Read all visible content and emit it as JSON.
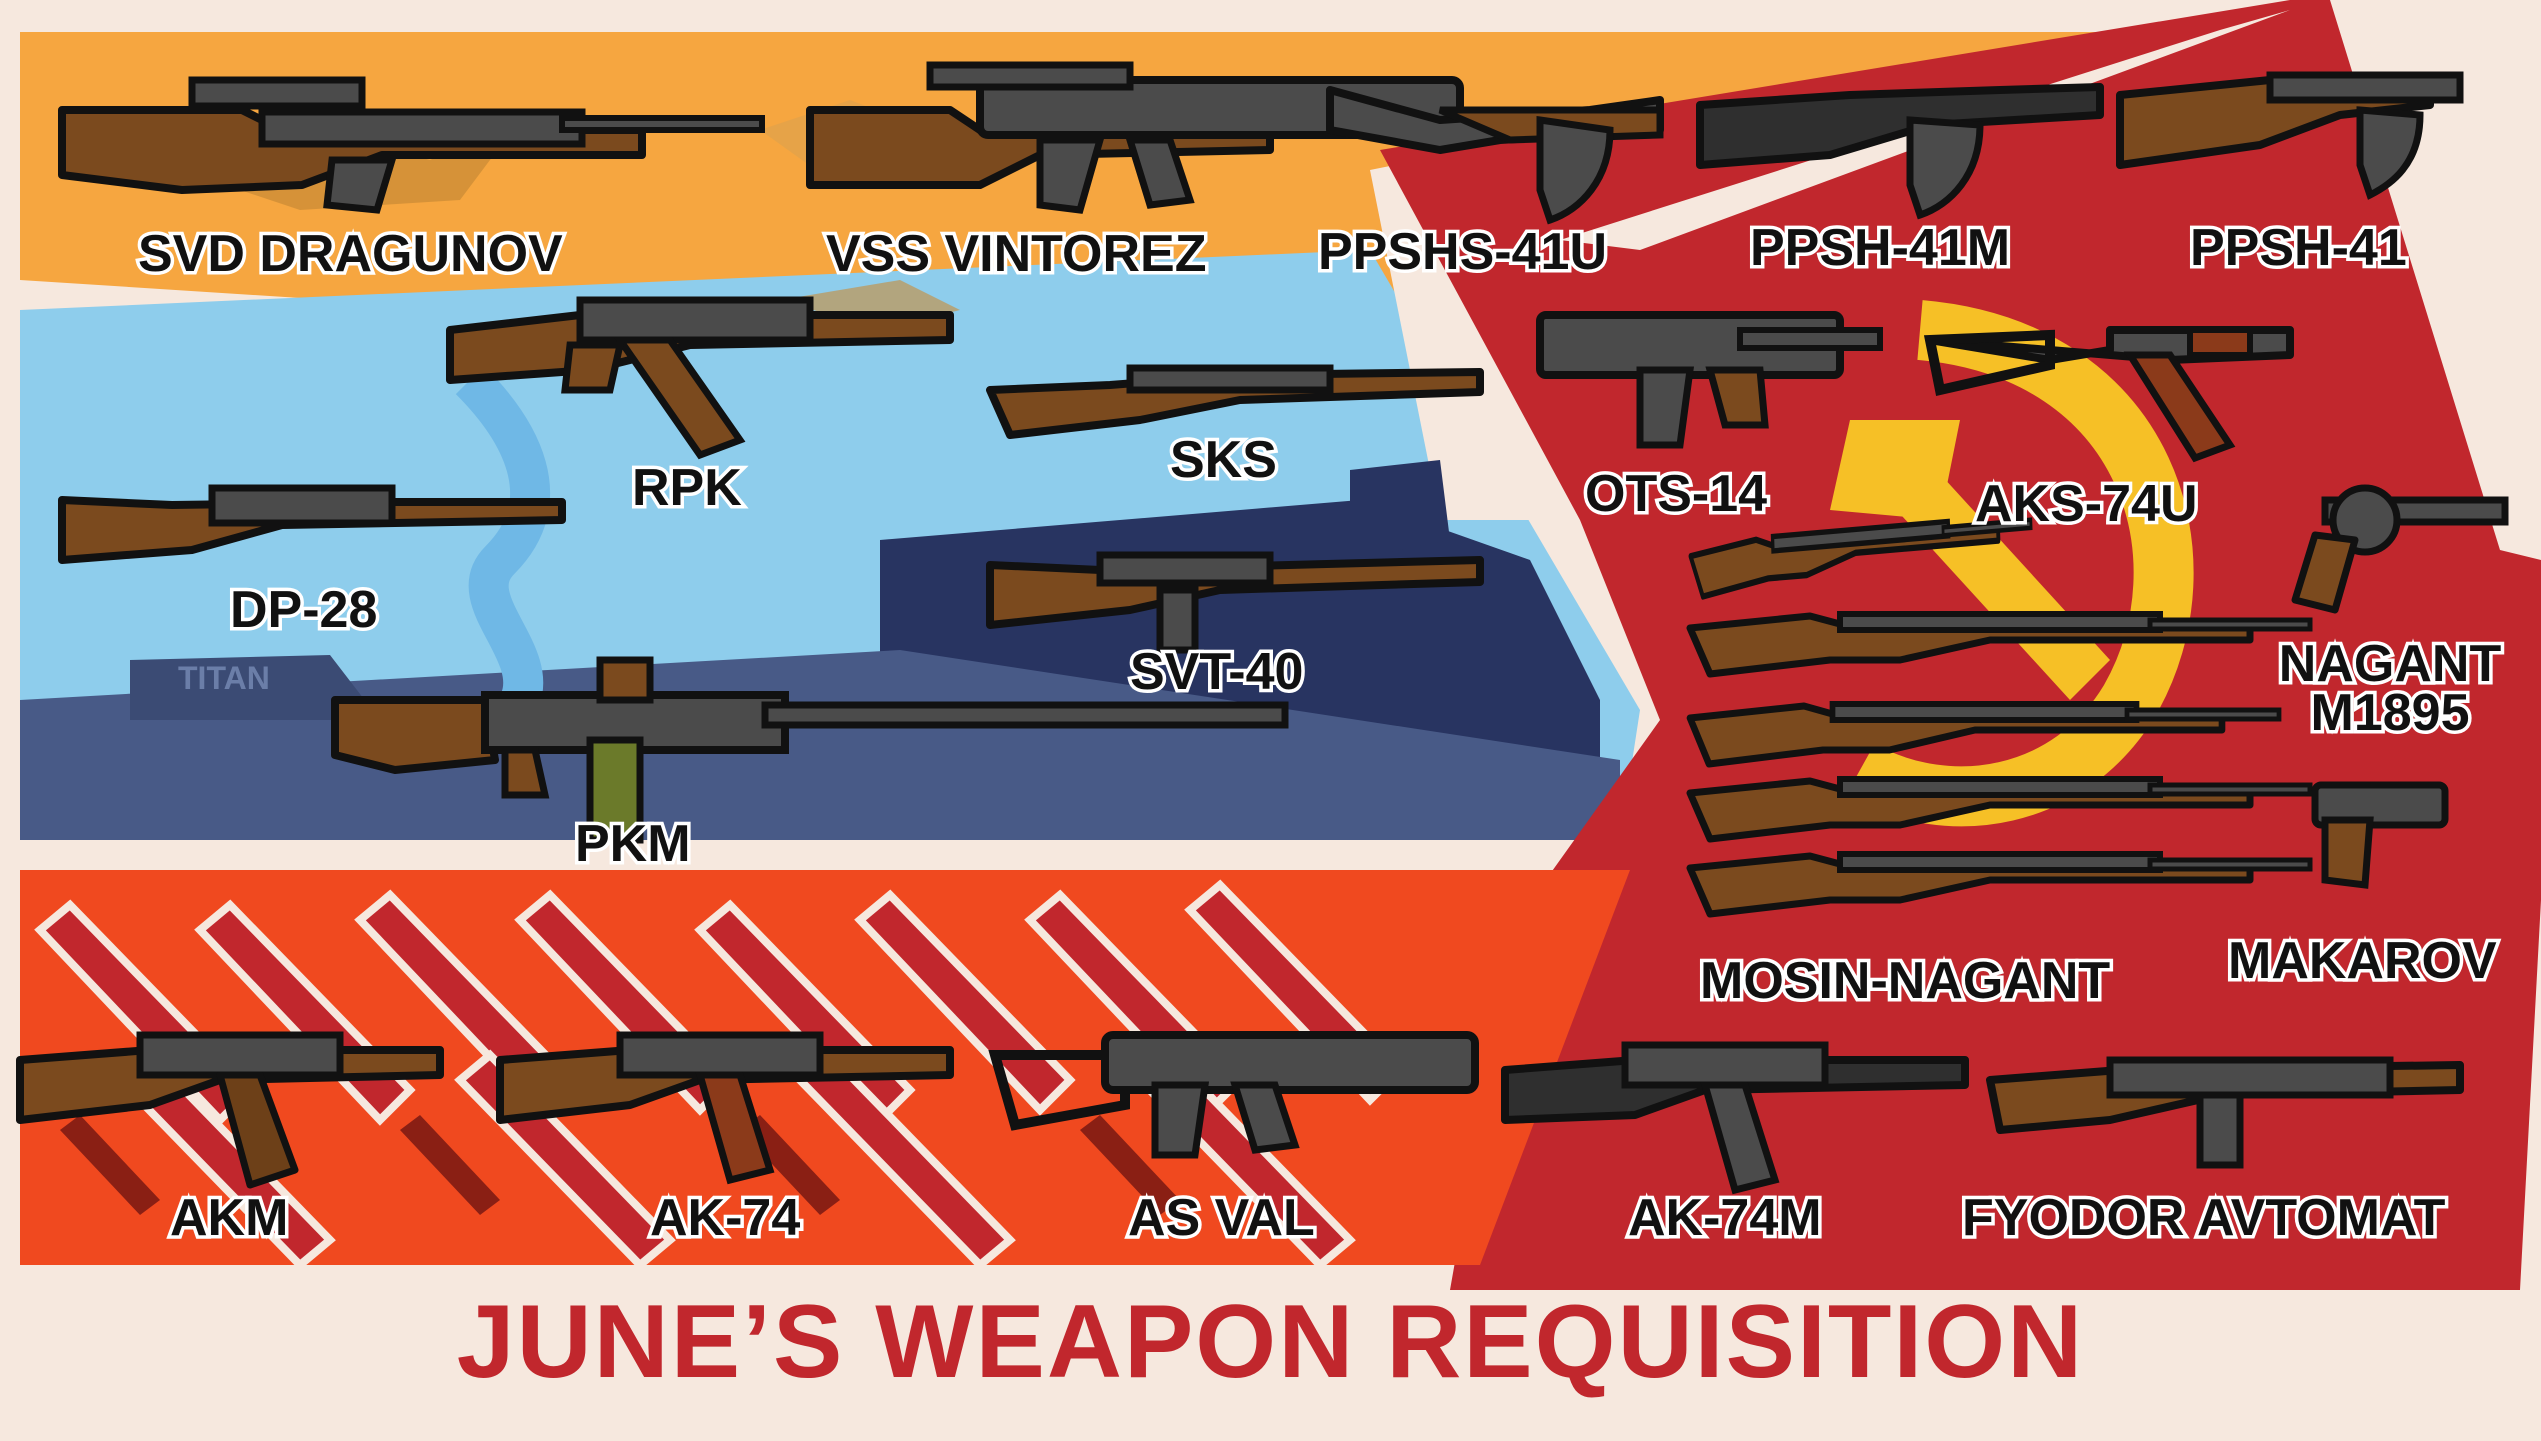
{
  "ship_text": "TITAN",
  "title": "JUNE’S WEAPON REQUISITION",
  "colors": {
    "orange_band": "#f6a640",
    "blue_band": "#8ecdec",
    "navy": "#283461",
    "red_star": "#c1272d",
    "parade_red": "#f0491f",
    "gold": "#f6c026",
    "background": "#f6e8de",
    "title": "#c1272d"
  },
  "weapons": {
    "svd_dragunov": "SVD DRAGUNOV",
    "vss_vintorez": "VSS VINTOREZ",
    "ppshs_41u": "PPSHS-41U",
    "ppsh_41m": "PPSH-41M",
    "ppsh_41": "PPSH-41",
    "rpk": "RPK",
    "sks": "SKS",
    "dp_28": "DP-28",
    "svt_40": "SVT-40",
    "pkm": "PKM",
    "ots_14": "OTS-14",
    "aks_74u": "AKS-74U",
    "nagant_m1895_line1": "NAGANT",
    "nagant_m1895_line2": "M1895",
    "mosin_nagant": "MOSIN-NAGANT",
    "makarov": "MAKAROV",
    "akm": "AKM",
    "ak_74": "AK-74",
    "as_val": "AS VAL",
    "ak_74m": "AK-74M",
    "fyodor_avtomat": "FYODOR AVTOMAT"
  }
}
